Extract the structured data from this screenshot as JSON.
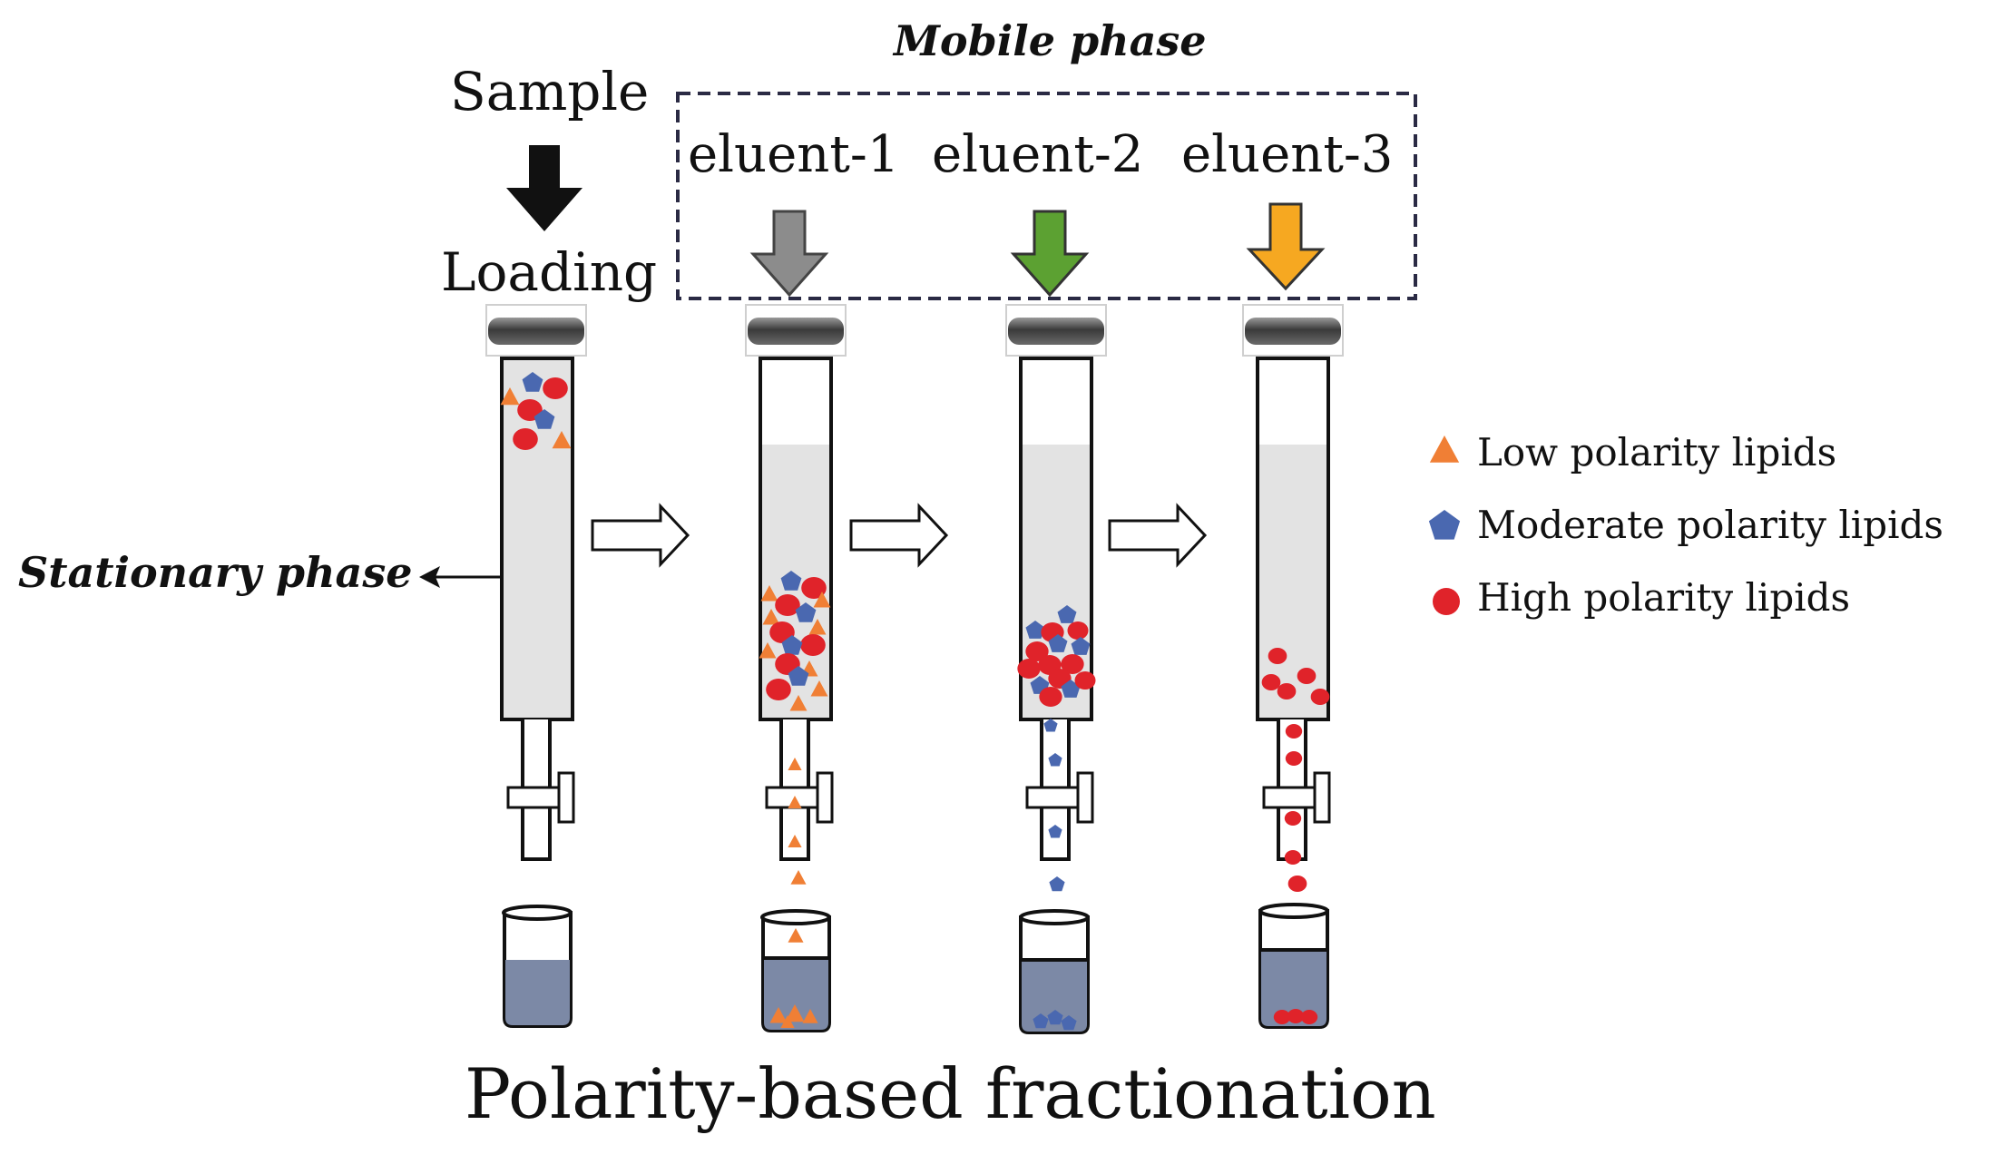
{
  "labels": {
    "mobile_phase": "Mobile phase",
    "sample": "Sample",
    "loading": "Loading",
    "eluent_1": "eluent-1",
    "eluent_2": "eluent-2",
    "eluent_3": "eluent-3",
    "stationary_phase": "Stationary phase",
    "title": "Polarity-based fractionation"
  },
  "legend": [
    {
      "label": "Low polarity lipids",
      "shape": "triangle",
      "color": "#F07F35"
    },
    {
      "label": "Moderate polarity lipids",
      "shape": "pentagon",
      "color": "#4A68B0"
    },
    {
      "label": "High polarity lipids",
      "shape": "circle",
      "color": "#E0232A"
    }
  ],
  "colors": {
    "sample_arrow": "#111111",
    "eluent_1_arrow": "#8C8C8C",
    "eluent_2_arrow": "#5CA132",
    "eluent_3_arrow": "#F6A821",
    "stationary": "#E3E3E3",
    "collected_liquid": "#7C89A6"
  },
  "columns": [
    {
      "step": "loading",
      "particles_in_column": "mixed-top",
      "eluting": "none",
      "collected": "none"
    },
    {
      "step": "eluent-1",
      "particles_in_column": "mixed",
      "eluting": "triangle",
      "collected": "triangle"
    },
    {
      "step": "eluent-2",
      "particles_in_column": "pentagon+circle",
      "eluting": "pentagon",
      "collected": "pentagon"
    },
    {
      "step": "eluent-3",
      "particles_in_column": "circle",
      "eluting": "circle",
      "collected": "circle"
    }
  ]
}
